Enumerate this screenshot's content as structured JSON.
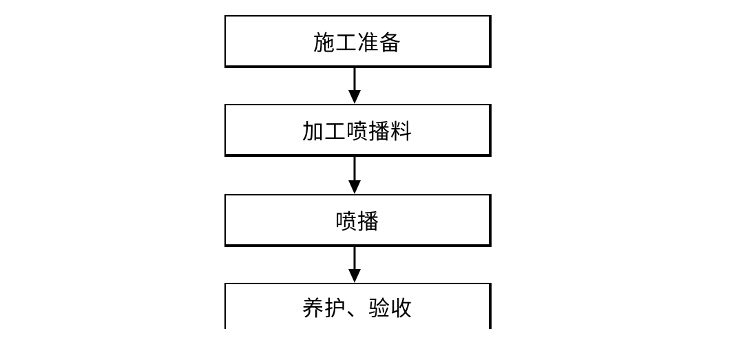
{
  "flowchart": {
    "steps": [
      {
        "label": "施工准备"
      },
      {
        "label": "加工喷播料"
      },
      {
        "label": "喷播"
      },
      {
        "label": "养护、验收"
      }
    ],
    "colors": {
      "line": "#000000",
      "background": "#ffffff"
    }
  }
}
